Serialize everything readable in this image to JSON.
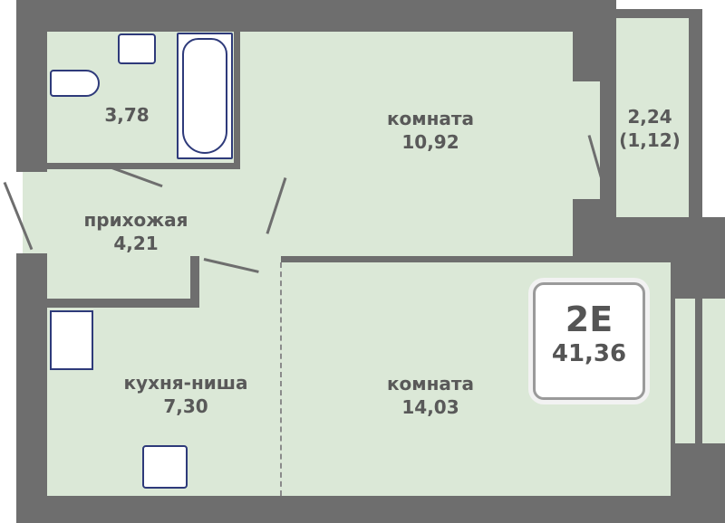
{
  "plan": {
    "apartment_type": "2E",
    "total_area": "41,36",
    "rooms": [
      {
        "name": "",
        "area": "3,78"
      },
      {
        "name": "комната",
        "area": "10,92"
      },
      {
        "name": "",
        "area": "2,24",
        "area_reduced": "(1,12)"
      },
      {
        "name": "прихожая",
        "area": "4,21"
      },
      {
        "name": "кухня-ниша",
        "area": "7,30"
      },
      {
        "name": "комната",
        "area": "14,03"
      }
    ]
  },
  "colors": {
    "wall": "#6e6e6e",
    "floor": "#dbe8d7",
    "fixture": "#2e3a7a"
  }
}
